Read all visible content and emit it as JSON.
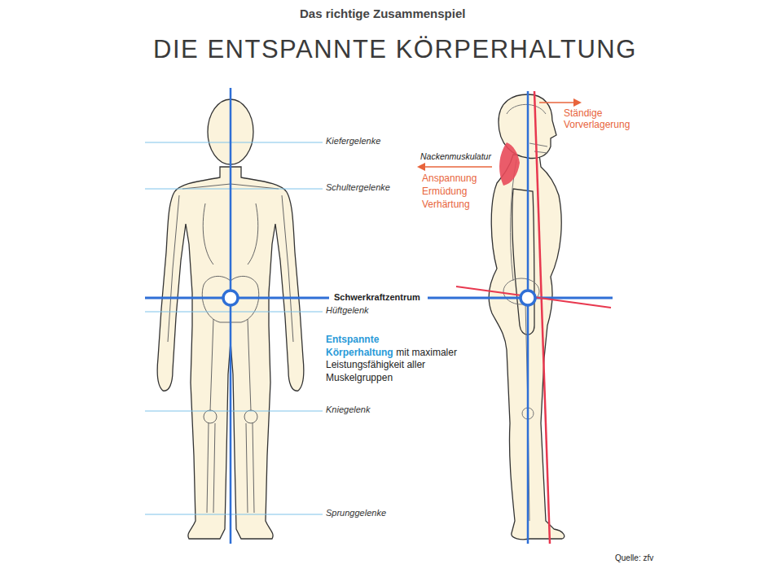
{
  "diagram": {
    "title": "DIE ENTSPANNTE KÖRPERHALTUNG",
    "labels": [
      "Das richtige Zusammenspiel",
      "Kiefergelenke",
      "Schultergelenke",
      "Schwerkraftzentrum",
      "Hüftgelenk",
      "Entspannte Körperhaltung",
      "mit maximaler Leistungsfähigkeit aller Muskelgruppen",
      "Kniegelenk",
      "Sprunggelenke",
      "Ständige Vorverlagerung",
      "Nackenmuskulatur",
      "Anspannung",
      "Ermüdung",
      "Verhärtung",
      "Quelle: zfv"
    ]
  }
}
